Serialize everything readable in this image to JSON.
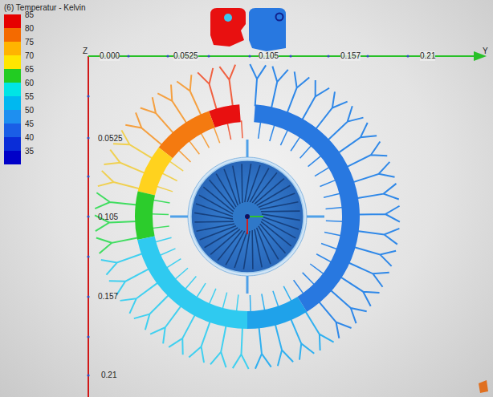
{
  "diagram": {
    "title": "(6) Temperatur - Kelvin",
    "labels": [
      "Z",
      "0.000",
      "0.0525",
      "0.105",
      "0.157",
      "0.21",
      "Y",
      "0.0525",
      "0.105",
      "0.157",
      "0.21"
    ],
    "legend": [
      {
        "text": "85",
        "color": "#e60000"
      },
      {
        "text": "80",
        "color": "#f46a00"
      },
      {
        "text": "75",
        "color": "#ffb400"
      },
      {
        "text": "70",
        "color": "#ffe600"
      },
      {
        "text": "65",
        "color": "#22cc22"
      },
      {
        "text": "60",
        "color": "#00e5e5"
      },
      {
        "text": "55",
        "color": "#00b8f0"
      },
      {
        "text": "50",
        "color": "#1e8ff0"
      },
      {
        "text": "45",
        "color": "#1a5ee6"
      },
      {
        "text": "40",
        "color": "#0a2dd8"
      },
      {
        "text": "35",
        "color": "#0000c8"
      }
    ]
  }
}
